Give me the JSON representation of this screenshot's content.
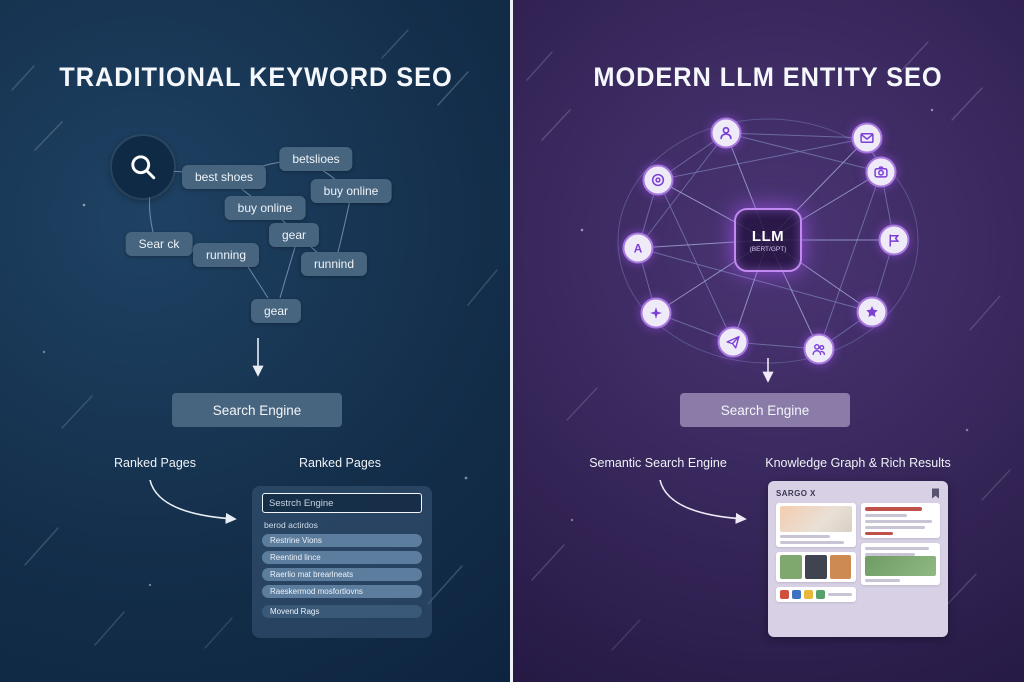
{
  "left": {
    "title": "TRADITIONAL KEYWORD SEO",
    "keywords": [
      {
        "label": "best shoes"
      },
      {
        "label": "betslioes"
      },
      {
        "label": "buy online"
      },
      {
        "label": "buy online"
      },
      {
        "label": "gear"
      },
      {
        "label": "Sear ck"
      },
      {
        "label": "running"
      },
      {
        "label": "runnind"
      },
      {
        "label": "gear"
      }
    ],
    "search_engine_button": "Search Engine",
    "ranked_pages_left": "Ranked Pages",
    "ranked_pages_right": "Ranked Pages",
    "results": {
      "search_value": "Sestrch Engine",
      "first_item": "berod actirdos",
      "items": [
        "Restrine Vions",
        "Reentind lince",
        "Raerlio mat brearlneats",
        "Raeskermod mosfortlovns",
        "Movend Rags"
      ]
    }
  },
  "right": {
    "title": "MODERN LLM ENTITY SEO",
    "llm": {
      "title": "LLM",
      "subtitle": "(BERT/GPT)"
    },
    "node_a_letter": "A",
    "search_engine_button": "Search Engine",
    "semantic_label": "Semantic Search Engine",
    "knowledge_label": "Knowledge Graph & Rich Results",
    "panel": {
      "header": "SARGO X"
    }
  },
  "colors": {
    "left_bg": "#142f4b",
    "right_bg": "#362659",
    "chip_bg": "#47657f",
    "right_button_bg": "#8b7ba8",
    "accent_purple": "#a855f7",
    "panel_bg": "#d8d1e6"
  }
}
